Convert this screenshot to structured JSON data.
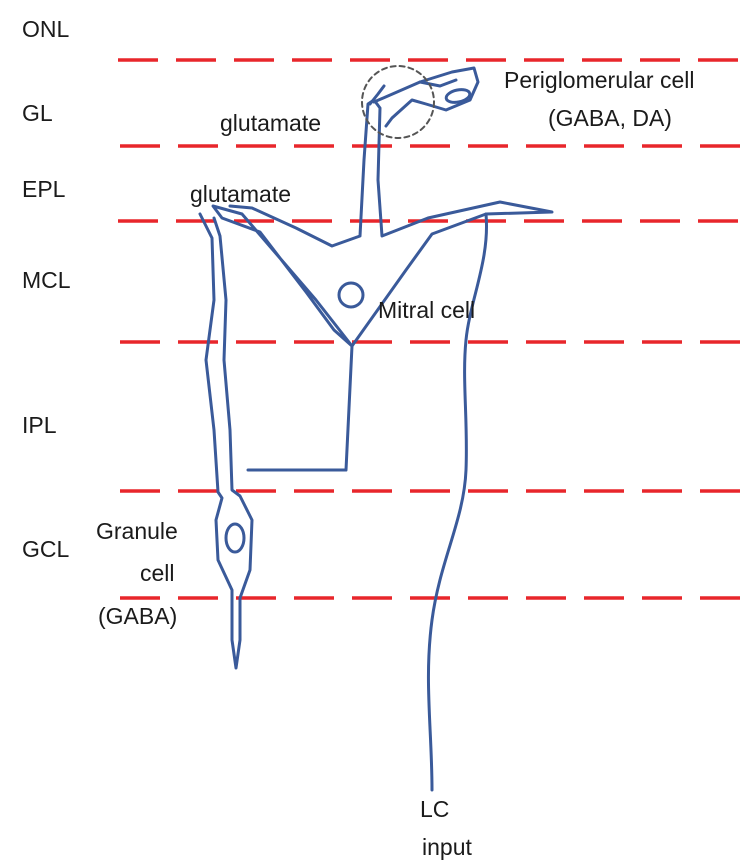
{
  "layers": [
    {
      "id": "onl",
      "label": "ONL"
    },
    {
      "id": "gl",
      "label": "GL"
    },
    {
      "id": "epl",
      "label": "EPL"
    },
    {
      "id": "mcl",
      "label": "MCL"
    },
    {
      "id": "ipl",
      "label": "IPL"
    },
    {
      "id": "gcl",
      "label": "GCL"
    }
  ],
  "cells": {
    "periglomerular": {
      "line1": "Periglomerular cell",
      "line2": "(GABA, DA)"
    },
    "mitral": {
      "label": "Mitral cell"
    },
    "granule": {
      "line1": "Granule",
      "line2": "cell",
      "line3": "(GABA)"
    }
  },
  "transmitters": {
    "glomerular": "glutamate",
    "epl": "glutamate"
  },
  "lc_input": {
    "line1": "LC",
    "line2": "input"
  },
  "colors": {
    "boundary_dash": "#e8262b",
    "neuron_stroke": "#3a5a9a",
    "text": "#1b1b1b"
  }
}
